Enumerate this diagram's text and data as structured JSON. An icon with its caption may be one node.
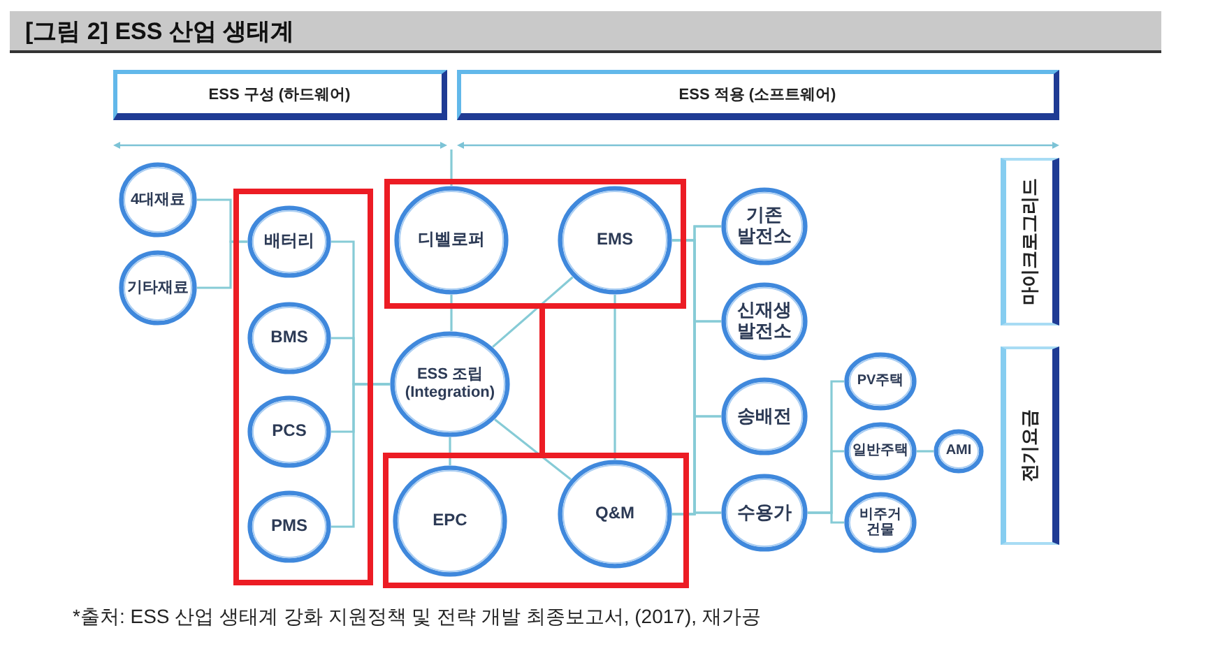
{
  "diagram": {
    "title": "[그림 2] ESS 산업 생태계",
    "caption": "*출처: ESS 산업 생태계 강화 지원정책 및 전략 개발 최종보고서, (2017), 재가공",
    "nodes": [
      {
        "text": [
          "ESS 구성 (하드웨어)"
        ]
      },
      {
        "text": [
          "ESS 적용 (소프트웨어)"
        ]
      },
      {
        "text": [
          "4대재료"
        ]
      },
      {
        "text": [
          "기타재료"
        ]
      },
      {
        "text": [],
        "shape": "box"
      },
      {
        "text": [
          "배터리"
        ],
        "in": 4
      },
      {
        "text": [
          "BMS"
        ],
        "in": 4
      },
      {
        "text": [
          "PCS"
        ],
        "in": 4
      },
      {
        "text": [
          "PMS"
        ],
        "in": 4
      },
      {
        "text": [],
        "shape": "box"
      },
      {
        "text": [
          "디벨로퍼"
        ],
        "in": 9
      },
      {
        "text": [
          "EMS"
        ],
        "in": 9
      },
      {
        "text": [
          "ESS 조립 (Integration)"
        ]
      },
      {
        "text": [],
        "shape": "box"
      },
      {
        "text": [
          "EPC"
        ],
        "in": 13
      },
      {
        "text": [
          "Q&M"
        ],
        "in": 13
      },
      {
        "text": [
          "기존 발전소"
        ]
      },
      {
        "text": [
          "신재생 발전소"
        ]
      },
      {
        "text": [
          "송배전"
        ]
      },
      {
        "text": [
          "수용가"
        ]
      },
      {
        "text": [
          "PV주택"
        ]
      },
      {
        "text": [
          "일반주택"
        ]
      },
      {
        "text": [
          "비주거 건물"
        ]
      },
      {
        "text": [
          "AMI"
        ]
      },
      {
        "text": [
          "마이크로그리드"
        ]
      },
      {
        "text": [
          "전기요금"
        ]
      }
    ],
    "edges": [
      {
        "from": null,
        "to": 10,
        "arrow": "none"
      },
      {
        "from": 2,
        "to": 5,
        "arrow": "none"
      },
      {
        "from": 3,
        "to": 5,
        "arrow": "none"
      },
      {
        "from": 5,
        "to": 12,
        "arrow": "none"
      },
      {
        "from": 6,
        "to": 12,
        "arrow": "none"
      },
      {
        "from": 7,
        "to": 12,
        "arrow": "none"
      },
      {
        "from": 8,
        "to": 12,
        "arrow": "none"
      },
      {
        "from": 10,
        "to": 12,
        "arrow": "none"
      },
      {
        "from": 12,
        "to": 14,
        "arrow": "none"
      },
      {
        "from": 12,
        "to": 11,
        "arrow": "none"
      },
      {
        "from": 12,
        "to": 15,
        "arrow": "none"
      },
      {
        "from": 11,
        "to": 15,
        "arrow": "none"
      },
      {
        "from": 11,
        "to": 16,
        "arrow": "none"
      },
      {
        "from": 11,
        "to": 17,
        "arrow": "none"
      },
      {
        "from": 11,
        "to": 18,
        "arrow": "none"
      },
      {
        "from": 11,
        "to": 19,
        "arrow": "none"
      },
      {
        "from": 15,
        "to": 16,
        "arrow": "none"
      },
      {
        "from": 15,
        "to": 17,
        "arrow": "none"
      },
      {
        "from": 15,
        "to": 18,
        "arrow": "none"
      },
      {
        "from": 15,
        "to": 19,
        "arrow": "none"
      },
      {
        "from": 19,
        "to": 20,
        "arrow": "none"
      },
      {
        "from": 19,
        "to": 21,
        "arrow": "none"
      },
      {
        "from": 19,
        "to": 22,
        "arrow": "none"
      },
      {
        "from": 21,
        "to": 23,
        "arrow": "none"
      },
      {
        "from": 9,
        "to": 13,
        "arrow": "none",
        "style": "thick",
        "color": "#ec1c24"
      }
    ]
  }
}
